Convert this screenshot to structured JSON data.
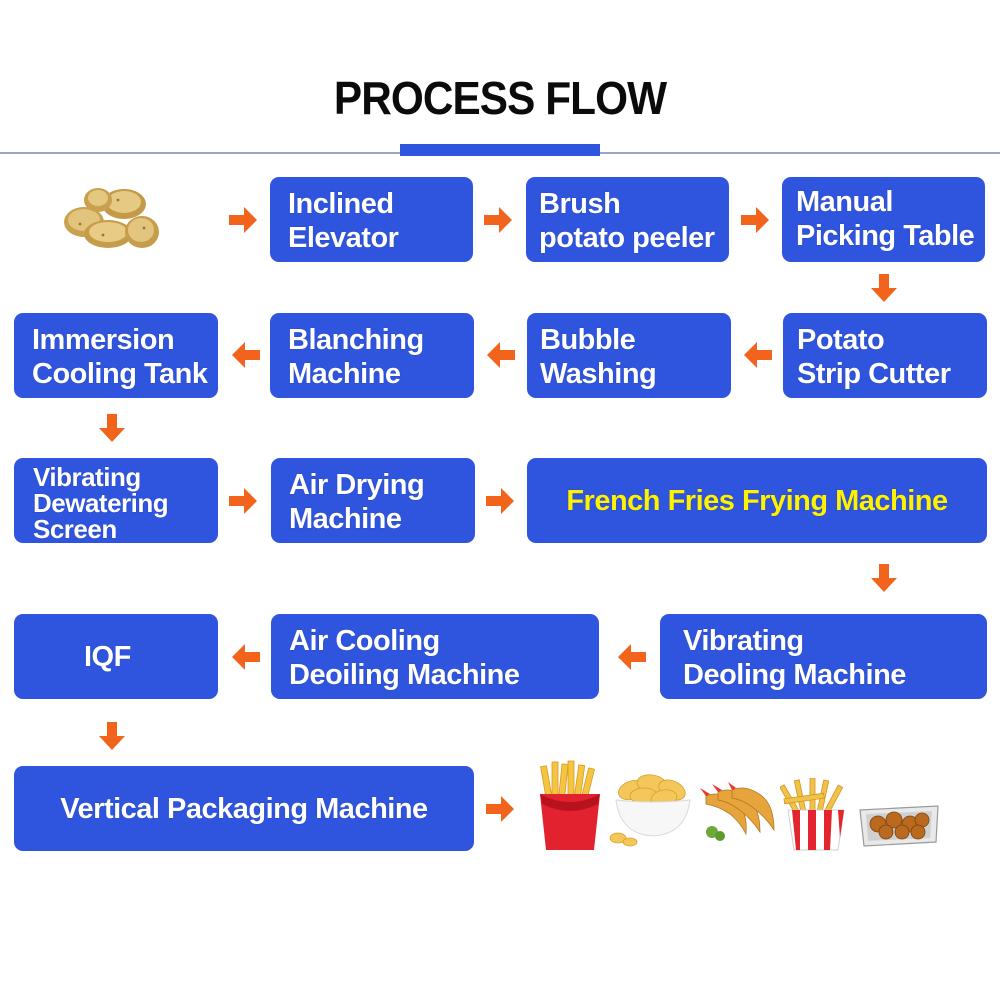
{
  "title": "PROCESS FLOW",
  "colors": {
    "box": "#2f54de",
    "arrow": "#f2641c",
    "highlight_text": "#fff200"
  },
  "steps": [
    {
      "id": "inclined-elevator",
      "lines": [
        "Inclined",
        "Elevator"
      ]
    },
    {
      "id": "brush-potato-peeler",
      "lines": [
        "Brush",
        "potato peeler"
      ]
    },
    {
      "id": "manual-picking-table",
      "lines": [
        "Manual",
        "Picking Table"
      ]
    },
    {
      "id": "potato-strip-cutter",
      "lines": [
        "Potato",
        "Strip Cutter"
      ]
    },
    {
      "id": "bubble-washing",
      "lines": [
        "Bubble",
        "Washing"
      ]
    },
    {
      "id": "blanching-machine",
      "lines": [
        "Blanching",
        "Machine"
      ]
    },
    {
      "id": "immersion-cooling-tank",
      "lines": [
        "Immersion",
        "Cooling Tank"
      ]
    },
    {
      "id": "vibrating-dewatering-screen",
      "lines": [
        "Vibrating",
        "Dewatering",
        "Screen"
      ]
    },
    {
      "id": "air-drying-machine",
      "lines": [
        "Air Drying",
        "Machine"
      ]
    },
    {
      "id": "french-fries-frying-machine",
      "lines": [
        "French Fries Frying Machine"
      ]
    },
    {
      "id": "vibrating-deoling-machine",
      "lines": [
        "Vibrating",
        "Deoling Machine"
      ]
    },
    {
      "id": "air-cooling-deoiling-machine",
      "lines": [
        "Air Cooling",
        "Deoiling Machine"
      ]
    },
    {
      "id": "iqf",
      "lines": [
        "IQF"
      ]
    },
    {
      "id": "vertical-packaging-machine",
      "lines": [
        "Vertical Packaging Machine"
      ]
    }
  ],
  "images": {
    "input": "potatoes-image",
    "outputs": [
      "french-fries-box-image",
      "potato-chips-bowl-image",
      "fried-shrimp-image",
      "fries-paper-cup-image",
      "fried-chicken-tray-image"
    ]
  }
}
